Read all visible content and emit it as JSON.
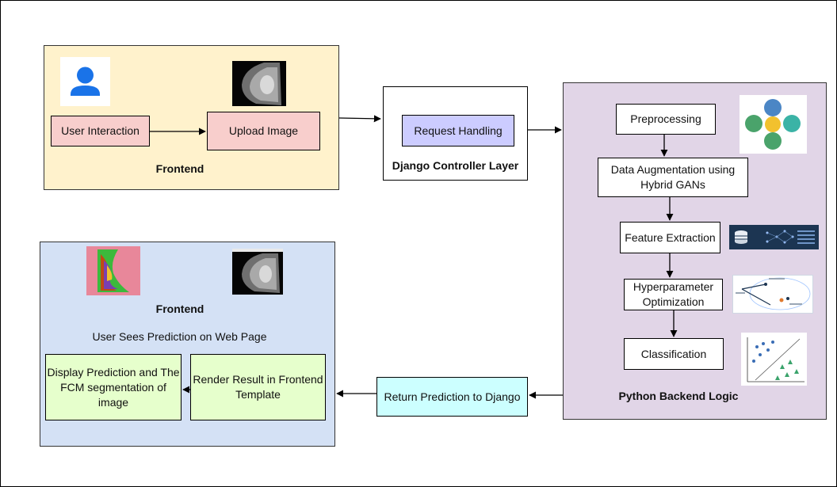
{
  "frontend_top": {
    "label": "Frontend",
    "user_interaction": "User Interaction",
    "upload_image": "Upload Image",
    "icons": [
      "user-avatar-icon",
      "mammogram-thumbnail"
    ]
  },
  "controller": {
    "label": "Django Controller Layer",
    "request_handling": "Request Handling"
  },
  "backend": {
    "label": "Python Backend Logic",
    "preprocessing": "Preprocessing",
    "augmentation": "Data Augmentation using Hybrid GANs",
    "feature_extraction": "Feature Extraction",
    "hyperparameter": "Hyperparameter Optimization",
    "classification": "Classification"
  },
  "return_prediction": "Return Prediction to Django",
  "frontend_bottom": {
    "label": "Frontend",
    "caption": "User Sees Prediction on Web Page",
    "render_result": "Render Result in Frontend Template",
    "display_prediction": "Display Prediction and The FCM segmentation of image"
  },
  "colors": {
    "frontend_top_bg": "#fff2cc",
    "pink_node": "#f8cecc",
    "controller_node": "#ccccff",
    "backend_bg": "#e1d5e7",
    "return_node": "#ccffff",
    "frontend_bottom_bg": "#d4e1f5",
    "green_node": "#e6ffcc",
    "user_icon": "#1a73e8"
  }
}
